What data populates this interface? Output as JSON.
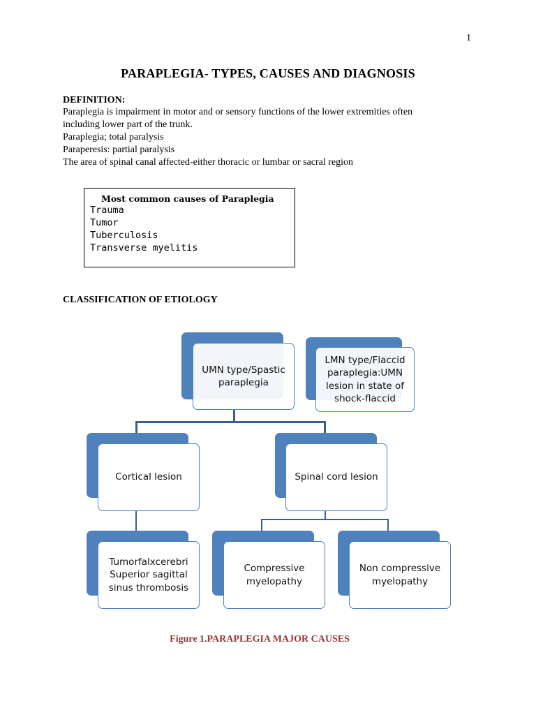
{
  "page_number": "1",
  "title": "PARAPLEGIA- TYPES, CAUSES AND DIAGNOSIS",
  "definition": {
    "heading": "DEFINITION:",
    "lines": [
      " Paraplegia is impairment in motor and or sensory functions of the lower extremities often",
      "including lower part of the trunk.",
      "Paraplegia; total paralysis",
      "Paraperesis: partial paralysis",
      "The area of spinal canal affected-either thoracic or lumbar or sacral region"
    ]
  },
  "causes_box": {
    "title": "Most common causes of Paraplegia",
    "items": [
      "Trauma",
      "Tumor",
      "Tuberculosis",
      "Transverse myelitis"
    ]
  },
  "classification_heading": "CLASSIFICATION OF ETIOLOGY",
  "diagram": {
    "umn": [
      "UMN type/Spastic",
      "paraplegia"
    ],
    "lmn": [
      "LMN type/Flaccid",
      "paraplegia:UMN",
      "lesion in state  of",
      "shock-flaccid"
    ],
    "cortical": [
      "Cortical lesion"
    ],
    "spinal": [
      "Spinal cord lesion"
    ],
    "tumor": [
      "Tumorfalxcerebri",
      "Superior sagittal",
      "sinus thrombosis"
    ],
    "compressive": [
      "Compressive",
      "myelopathy"
    ],
    "noncompressive": [
      "Non compressive",
      "myelopathy"
    ]
  },
  "caption": "Figure 1.PARAPLEGIA MAJOR CAUSES",
  "colors": {
    "node_fill": "#4f81bd",
    "connector": "#3a5f8c",
    "caption": "#943634"
  }
}
